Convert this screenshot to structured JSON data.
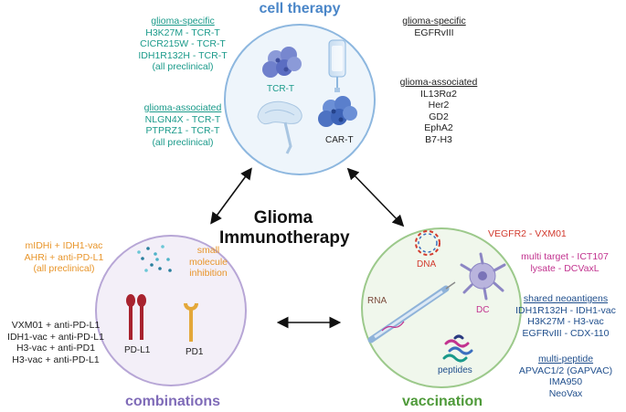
{
  "center_title": {
    "line1": "Glioma",
    "line2": "Immunotherapy"
  },
  "cell_therapy": {
    "title": "cell therapy",
    "title_color": "#4a86c8",
    "specific_left": {
      "heading": "glioma-specific",
      "items": [
        "H3K27M - TCR-T",
        "CICR215W - TCR-T",
        "IDH1R132H - TCR-T",
        "(all preclinical)"
      ]
    },
    "associated_left": {
      "heading": "glioma-associated",
      "items": [
        "NLGN4X - TCR-T",
        "PTPRZ1 - TCR-T",
        "(all preclinical)"
      ]
    },
    "specific_right": {
      "heading": "glioma-specific",
      "items": [
        "EGFRvIII"
      ]
    },
    "associated_right": {
      "heading": "glioma-associated",
      "items": [
        "IL13Rα2",
        "Her2",
        "GD2",
        "EphA2",
        "B7-H3"
      ]
    },
    "icon_labels": {
      "tcr_t": "TCR-T",
      "car_t": "CAR-T"
    }
  },
  "combinations": {
    "title": "combinations",
    "title_color": "#7f6bb8",
    "preclinical": [
      "mIDHi + IDH1-vac",
      "AHRi + anti-PD-L1",
      "(all preclinical)"
    ],
    "clinical": [
      "VXM01 + anti-PD-L1",
      "IDH1-vac + anti-PD-L1",
      "H3-vac + anti-PD1",
      "H3-vac + anti-PD-L1"
    ],
    "small_molecule_label": [
      "small",
      "molecule",
      "inhibition"
    ],
    "icon_labels": {
      "pd_l1": "PD-L1",
      "pd1": "PD1"
    }
  },
  "vaccination": {
    "title": "vaccination",
    "title_color": "#4f9a3a",
    "dna_item": "VEGFR2 - VXM01",
    "dc_items": [
      "multi target - ICT107",
      "lysate - DCVaxL"
    ],
    "shared_neoantigens": {
      "heading": "shared neoantigens",
      "items": [
        "IDH1R132H - IDH1-vac",
        "H3K27M - H3-vac",
        "EGFRvIII - CDX-110"
      ]
    },
    "multi_peptide": {
      "heading": "multi-peptide",
      "items": [
        "APVAC1/2 (GAPVAC)",
        "IMA950",
        "NeoVax"
      ]
    },
    "icon_labels": {
      "dna": "DNA",
      "rna": "RNA",
      "dc": "DC",
      "peptides": "peptides"
    }
  },
  "colors": {
    "teal": "#1a9a8a",
    "orange": "#e8952a",
    "red": "#d23a2e",
    "magenta": "#c2338f",
    "navy": "#1f4e8c",
    "cell_circle_fill": "#eef5fb",
    "cell_circle_stroke": "#8db7df",
    "combo_circle_fill": "#f3eff8",
    "combo_circle_stroke": "#b7a6d6",
    "vacc_circle_fill": "#f0f7ec",
    "vacc_circle_stroke": "#9cc98b"
  }
}
